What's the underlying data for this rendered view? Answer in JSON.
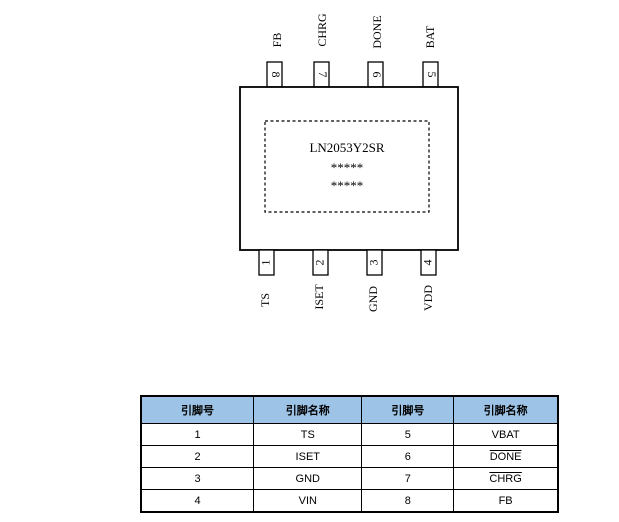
{
  "chip": {
    "part_number": "LN2053Y2SR",
    "marking_line_1": "*****",
    "marking_line_2": "*****"
  },
  "top_pins": [
    {
      "number": "8",
      "name": "FB"
    },
    {
      "number": "7",
      "name": "CHRG"
    },
    {
      "number": "6",
      "name": "DONE"
    },
    {
      "number": "5",
      "name": "BAT"
    }
  ],
  "bottom_pins": [
    {
      "number": "1",
      "name": "TS"
    },
    {
      "number": "2",
      "name": "ISET"
    },
    {
      "number": "3",
      "name": "GND"
    },
    {
      "number": "4",
      "name": "VDD"
    }
  ],
  "table": {
    "headers": [
      "引脚号",
      "引脚名称",
      "引脚号",
      "引脚名称"
    ],
    "rows": [
      [
        "1",
        "TS",
        "5",
        "VBAT"
      ],
      [
        "2",
        "ISET",
        "6",
        "DONE"
      ],
      [
        "3",
        "GND",
        "7",
        "CHRG"
      ],
      [
        "4",
        "VIN",
        "8",
        "FB"
      ]
    ]
  },
  "colors": {
    "header_fill": "#9dc3e6",
    "outline": "#000000"
  }
}
